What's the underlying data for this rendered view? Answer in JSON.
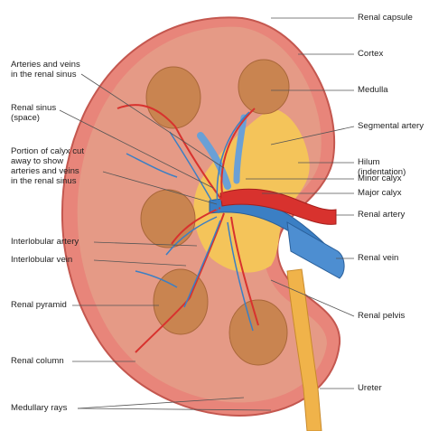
{
  "labels": {
    "renal_capsule": "Renal capsule",
    "cortex": "Cortex",
    "medulla": "Medulla",
    "segmental_artery": "Segmental artery",
    "hilum": "Hilum (indentation)",
    "minor_calyx": "Minor calyx",
    "major_calyx": "Major calyx",
    "renal_artery": "Renal artery",
    "renal_vein": "Renal vein",
    "renal_pelvis": "Renal pelvis",
    "ureter": "Ureter",
    "arteries_veins": "Arteries and veins\nin the renal sinus",
    "renal_sinus": "Renal sinus\n(space)",
    "calyx_cut": "Portion of calyx cut\naway to show\narteries and veins\nin the renal sinus",
    "interlobular_artery": "Interlobular artery",
    "interlobular_vein": "Interlobular vein",
    "renal_pyramid": "Renal pyramid",
    "renal_column": "Renal column",
    "medullary_rays": "Medullary rays"
  },
  "colors": {
    "capsule": "#e8857a",
    "cortex": "#e59a86",
    "pyramid": "#c98450",
    "sinus_fat": "#f4c45a",
    "artery": "#d8322e",
    "vein": "#3b7fc4",
    "ureter": "#f0b34a",
    "leader": "#555555"
  }
}
